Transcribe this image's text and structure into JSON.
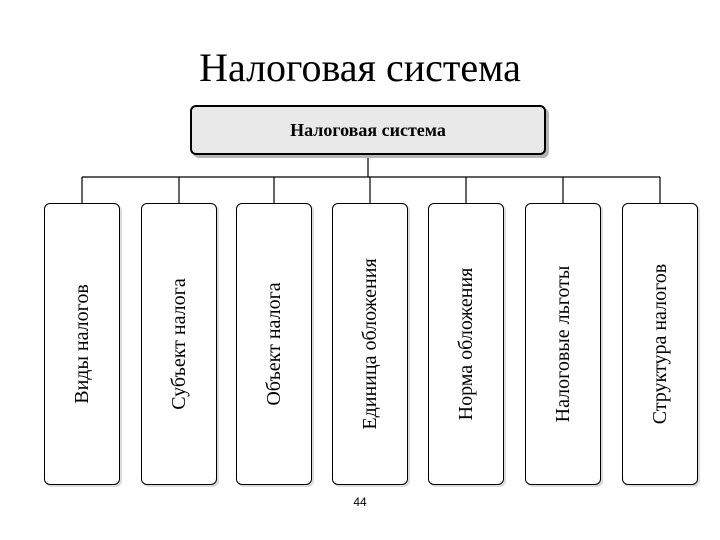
{
  "slide": {
    "title": "Налоговая система",
    "page_number": "44"
  },
  "diagram": {
    "root_label": "Налоговая система",
    "branches": [
      {
        "label": "Виды налогов"
      },
      {
        "label": "Субъект налога"
      },
      {
        "label": "Объект налога"
      },
      {
        "label": "Единица обложения"
      },
      {
        "label": "Норма обложения"
      },
      {
        "label": "Налоговые льготы"
      },
      {
        "label": "Структура налогов"
      }
    ]
  }
}
